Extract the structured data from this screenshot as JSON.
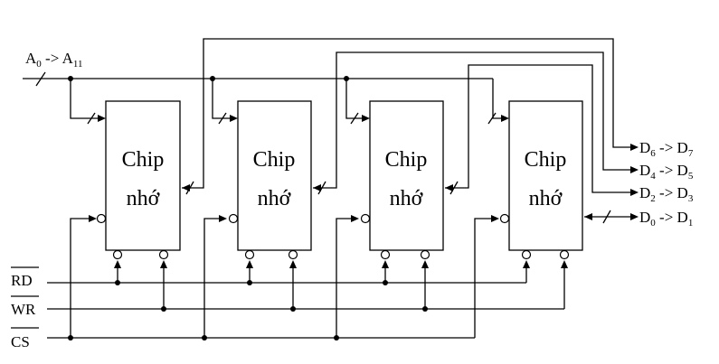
{
  "chips": [
    {
      "line1": "Chip",
      "line2": "nhớ"
    },
    {
      "line1": "Chip",
      "line2": "nhớ"
    },
    {
      "line1": "Chip",
      "line2": "nhớ"
    },
    {
      "line1": "Chip",
      "line2": "nhớ"
    }
  ],
  "address_bus": {
    "from": "A",
    "from_sub": "0",
    "arrow": " -> ",
    "to": "A",
    "to_sub": "11"
  },
  "data_buses": [
    {
      "from": "D",
      "from_sub": "6",
      "arrow": " -> ",
      "to": "D",
      "to_sub": "7"
    },
    {
      "from": "D",
      "from_sub": "4",
      "arrow": " -> ",
      "to": "D",
      "to_sub": "5"
    },
    {
      "from": "D",
      "from_sub": "2",
      "arrow": " -> ",
      "to": "D",
      "to_sub": "3"
    },
    {
      "from": "D",
      "from_sub": "0",
      "arrow": " -> ",
      "to": "D",
      "to_sub": "1"
    }
  ],
  "control_signals": [
    {
      "label": "RD",
      "overline": true
    },
    {
      "label": "WR",
      "overline": true
    },
    {
      "label": "CS",
      "overline": true
    }
  ]
}
